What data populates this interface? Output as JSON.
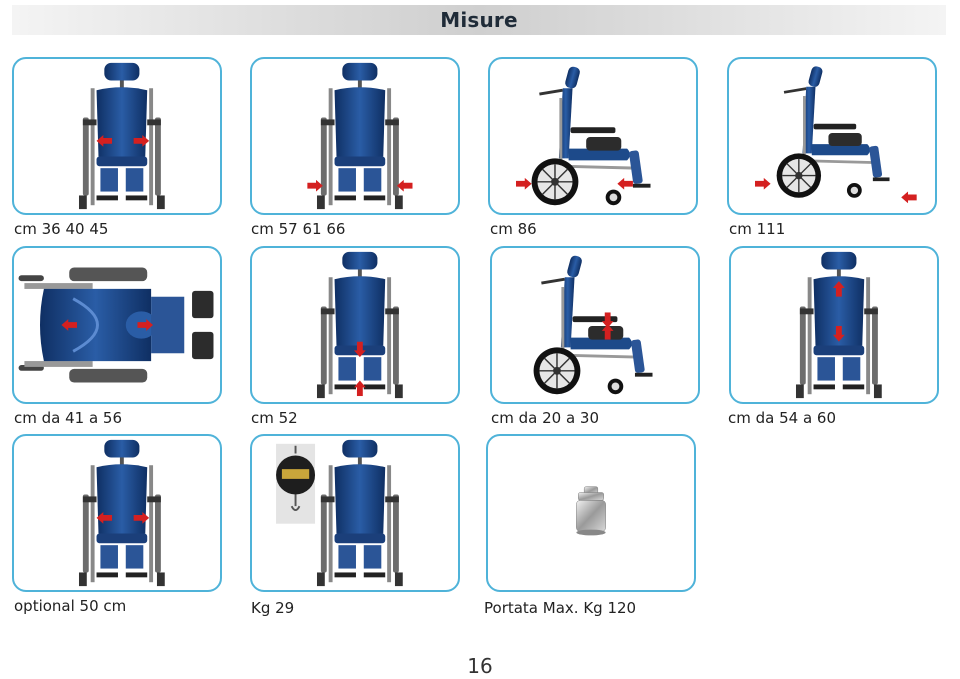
{
  "page": {
    "title": "Misure",
    "page_number": "16"
  },
  "colors": {
    "card_border": "#4fb3d9",
    "seat_blue": "#1d4a8a",
    "arrow_red": "#d42020",
    "title_text": "#1f2b38"
  },
  "cards": [
    {
      "view": "front",
      "arrows": "seat-width",
      "caption": "cm 36 40 45"
    },
    {
      "view": "front",
      "arrows": "overall-width",
      "caption": "cm 57 61 66"
    },
    {
      "view": "side",
      "arrows": "depth",
      "caption": "cm 86"
    },
    {
      "view": "side-reclined",
      "arrows": "overall-length",
      "caption": "cm 111"
    },
    {
      "view": "top",
      "arrows": "seat-depth",
      "caption": "cm da 41 a 56"
    },
    {
      "view": "front",
      "arrows": "seat-height",
      "caption": "cm 52"
    },
    {
      "view": "side",
      "arrows": "armrest-height",
      "caption": "cm da 20 a 30"
    },
    {
      "view": "front",
      "arrows": "backrest-height",
      "caption": "cm da 54 a 60"
    },
    {
      "view": "front",
      "arrows": "seat-width",
      "caption": "optional 50 cm"
    },
    {
      "view": "front-with-scale",
      "arrows": "none",
      "caption": "Kg 29"
    },
    {
      "view": "weight-icon",
      "arrows": "none",
      "caption": "Portata Max. Kg 120"
    }
  ]
}
